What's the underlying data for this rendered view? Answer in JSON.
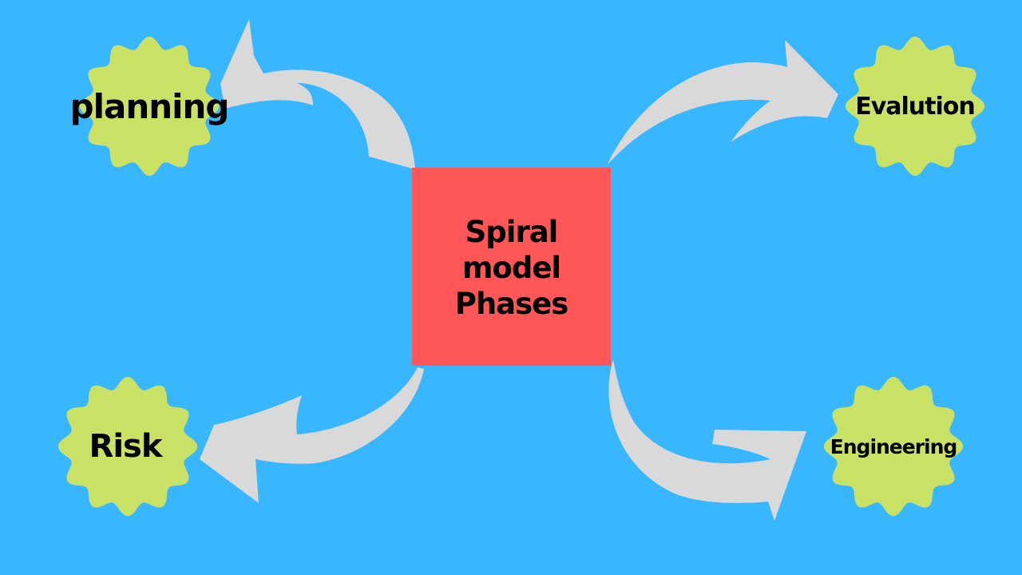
{
  "center": {
    "line1": "Spiral model",
    "line2": "Phases"
  },
  "phases": {
    "planning": "planning",
    "evaluation": "Evalution",
    "risk": "Risk",
    "engineering": "Engineering"
  },
  "colors": {
    "background": "#38b6ff",
    "center_box": "#ff5757",
    "badge": "#c9e265",
    "arrow": "#d9d9d9",
    "text": "#000000"
  }
}
